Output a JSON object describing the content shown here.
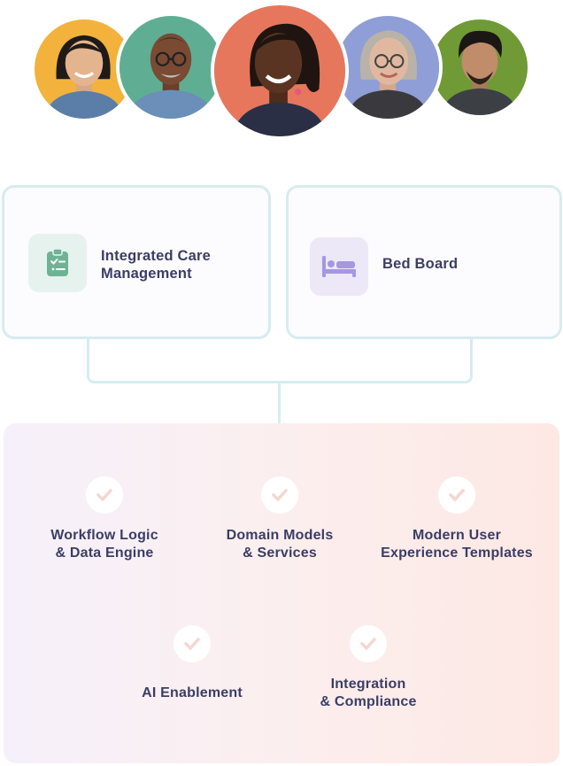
{
  "people": [
    {
      "name": "avatar-woman-smiling",
      "bg": "#f2b23c",
      "skin": "#e3b48e",
      "hair": "#1f1a17",
      "shirt": "#5b7ea8"
    },
    {
      "name": "avatar-man-glasses",
      "bg": "#5fae94",
      "skin": "#7a4a33",
      "hair": "#2d2d2d",
      "shirt": "#6b8fb8"
    },
    {
      "name": "avatar-woman-braids",
      "bg": "#e6775c",
      "skin": "#5a3422",
      "hair": "#1f1410",
      "shirt": "#2a2f45"
    },
    {
      "name": "avatar-woman-gray-hair",
      "bg": "#8f9ed6",
      "skin": "#e0b8a0",
      "hair": "#b8b2a8",
      "shirt": "#3a3a3e"
    },
    {
      "name": "avatar-man-curly-hair",
      "bg": "#6f9a35",
      "skin": "#c08c6a",
      "hair": "#1b1714",
      "shirt": "#3c4045"
    }
  ],
  "modules": [
    {
      "label": "Integrated Care Management",
      "icon": "clipboard-check-icon",
      "icon_bg": "#e6f2ee",
      "icon_color": "#6db394"
    },
    {
      "label": "Bed Board",
      "icon": "bed-icon",
      "icon_bg": "#ece8f8",
      "icon_color": "#a796e2"
    }
  ],
  "features": [
    {
      "label": "Workflow Logic\n& Data Engine",
      "icon": "check-icon"
    },
    {
      "label": "Domain Models\n& Services",
      "icon": "check-icon"
    },
    {
      "label": "Modern User\nExperience Templates",
      "icon": "check-icon"
    },
    {
      "label": "AI Enablement",
      "icon": "check-icon"
    },
    {
      "label": "Integration\n& Compliance",
      "icon": "check-icon"
    }
  ],
  "colors": {
    "text": "#3b3d66",
    "line": "#d6ecf0",
    "check": "#f5d6d3"
  }
}
